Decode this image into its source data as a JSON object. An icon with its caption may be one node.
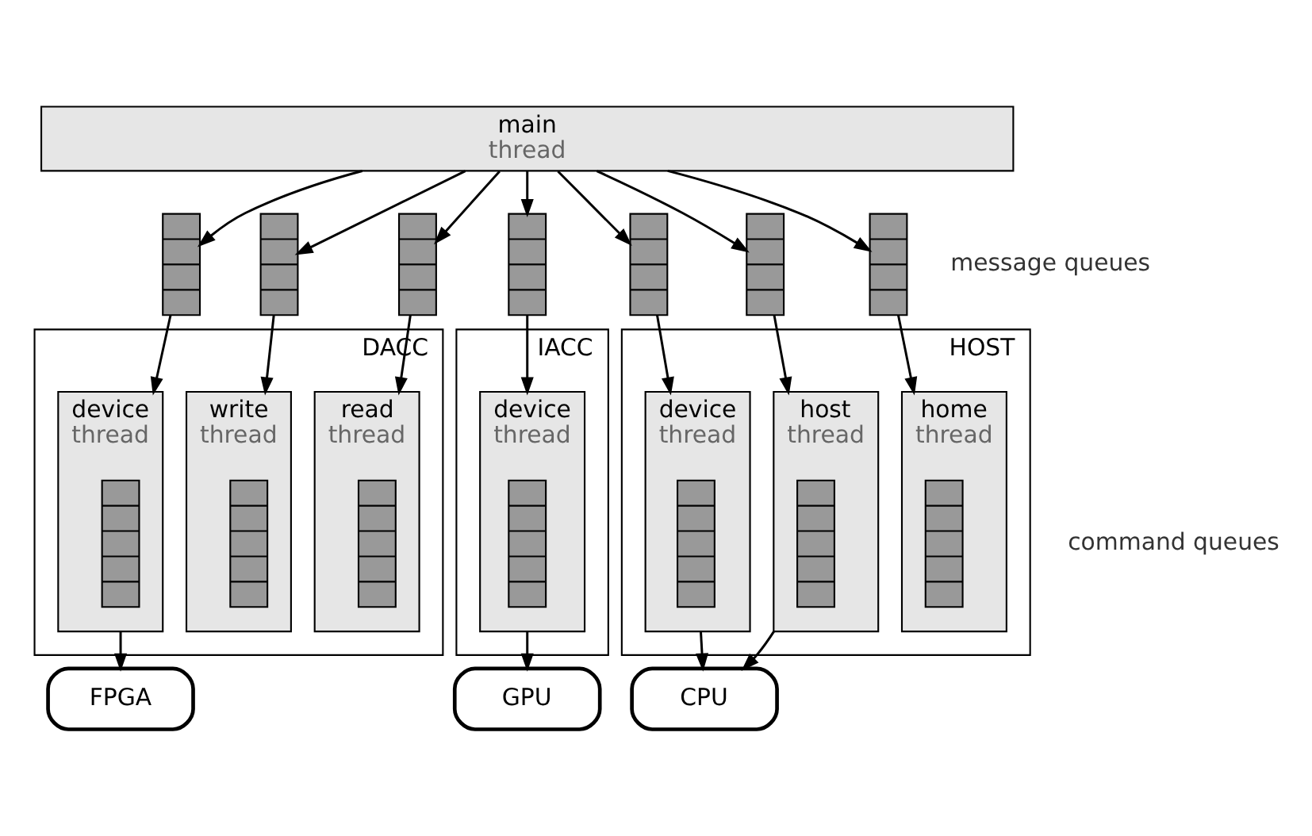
{
  "diagram": {
    "nodes": [
      {
        "text": [
          "main",
          "thread"
        ]
      },
      {
        "text": [],
        "shape": "bar"
      },
      {
        "text": [],
        "shape": "bar"
      },
      {
        "text": [],
        "shape": "bar"
      },
      {
        "text": [],
        "shape": "bar"
      },
      {
        "text": [],
        "shape": "bar"
      },
      {
        "text": [],
        "shape": "bar"
      },
      {
        "text": [],
        "shape": "bar"
      },
      {
        "text": [
          "DACC"
        ]
      },
      {
        "text": [
          "device",
          "thread"
        ],
        "in": 8
      },
      {
        "text": [],
        "shape": "bar",
        "in": 9
      },
      {
        "text": [
          "write",
          "thread"
        ],
        "in": 8
      },
      {
        "text": [],
        "shape": "bar",
        "in": 11
      },
      {
        "text": [
          "read",
          "thread"
        ],
        "in": 8
      },
      {
        "text": [],
        "shape": "bar",
        "in": 13
      },
      {
        "text": [
          "IACC"
        ]
      },
      {
        "text": [
          "device",
          "thread"
        ],
        "in": 15
      },
      {
        "text": [],
        "shape": "bar",
        "in": 16
      },
      {
        "text": [
          "HOST"
        ]
      },
      {
        "text": [
          "device",
          "thread"
        ],
        "in": 18
      },
      {
        "text": [],
        "shape": "bar",
        "in": 19
      },
      {
        "text": [
          "host",
          "thread"
        ],
        "in": 18
      },
      {
        "text": [],
        "shape": "bar",
        "in": 21
      },
      {
        "text": [
          "home",
          "thread"
        ],
        "in": 18
      },
      {
        "text": [],
        "shape": "bar",
        "in": 23
      },
      {
        "text": [
          "FPGA"
        ]
      },
      {
        "text": [
          "GPU"
        ]
      },
      {
        "text": [
          "CPU"
        ]
      }
    ],
    "edges": [
      {
        "from": 0,
        "to": 1,
        "arrow": "to"
      },
      {
        "from": 0,
        "to": 2,
        "arrow": "to"
      },
      {
        "from": 0,
        "to": 3,
        "arrow": "to"
      },
      {
        "from": 0,
        "to": 4,
        "arrow": "to"
      },
      {
        "from": 0,
        "to": 5,
        "arrow": "to"
      },
      {
        "from": 0,
        "to": 6,
        "arrow": "to"
      },
      {
        "from": 0,
        "to": 7,
        "arrow": "to"
      },
      {
        "from": 1,
        "to": 9,
        "arrow": "to"
      },
      {
        "from": 2,
        "to": 11,
        "arrow": "to"
      },
      {
        "from": 3,
        "to": 13,
        "arrow": "to"
      },
      {
        "from": 4,
        "to": 16,
        "arrow": "to"
      },
      {
        "from": 5,
        "to": 19,
        "arrow": "to"
      },
      {
        "from": 6,
        "to": 21,
        "arrow": "to"
      },
      {
        "from": 7,
        "to": 23,
        "arrow": "to"
      },
      {
        "from": 9,
        "to": 25,
        "arrow": "to"
      },
      {
        "from": 16,
        "to": 26,
        "arrow": "to"
      },
      {
        "from": 19,
        "to": 27,
        "arrow": "to"
      },
      {
        "from": 21,
        "to": 27,
        "arrow": "to"
      }
    ],
    "labels": [
      "message queues",
      "command queues"
    ]
  }
}
